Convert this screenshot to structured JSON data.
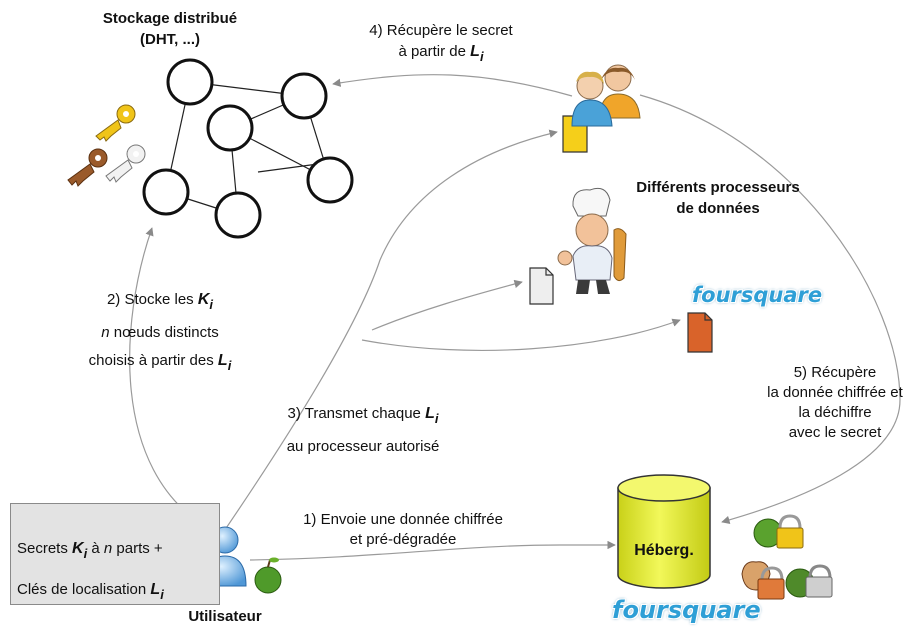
{
  "storage": {
    "title_line1": "Stockage distribué",
    "title_line2": "(DHT, ...)"
  },
  "step4": {
    "line1": "4) Récupère le secret",
    "line2_prefix": "à partir de ",
    "sym": "L",
    "sub": "i"
  },
  "processors": {
    "title_line1": "Différents processeurs",
    "title_line2": "de données",
    "brand": "foursquare"
  },
  "step2": {
    "line1_prefix": "2) Stocke les ",
    "line1_sym": "K",
    "line1_sub": "i",
    "line2_n": "n",
    "line2_rest": " nœuds distincts",
    "line3_prefix": "choisis à partir des ",
    "line3_sym": "L",
    "line3_sub": "i"
  },
  "step5": {
    "line1": "5) Récupère",
    "line2": "la donnée chiffrée et",
    "line3": "la déchiffre",
    "line4": "avec le secret"
  },
  "step3": {
    "line1_prefix": "3) Transmet chaque ",
    "line1_sym": "L",
    "line1_sub": "i",
    "line2": "au processeur autorisé"
  },
  "step1": {
    "line1": "1) Envoie une donnée chiffrée",
    "line2": "et pré-dégradée"
  },
  "user_box": {
    "line1_prefix": "Secrets ",
    "line1_sym": "K",
    "line1_sub": "i",
    "line1_mid": " à ",
    "line1_n": "n",
    "line1_suffix": " parts +",
    "line2_prefix": "Clés de localisation ",
    "line2_sym": "L",
    "line2_sub": "i"
  },
  "user_label": "Utilisateur",
  "host": {
    "label": "Héberg.",
    "brand": "foursquare"
  },
  "colors": {
    "arrow": "#9a9a9a",
    "cylinder": "#e6ee2a",
    "doc_yellow": "#f5cf1a",
    "doc_orange": "#d9632a",
    "doc_white": "#eeeeee",
    "brand": "#2e9fd6"
  }
}
